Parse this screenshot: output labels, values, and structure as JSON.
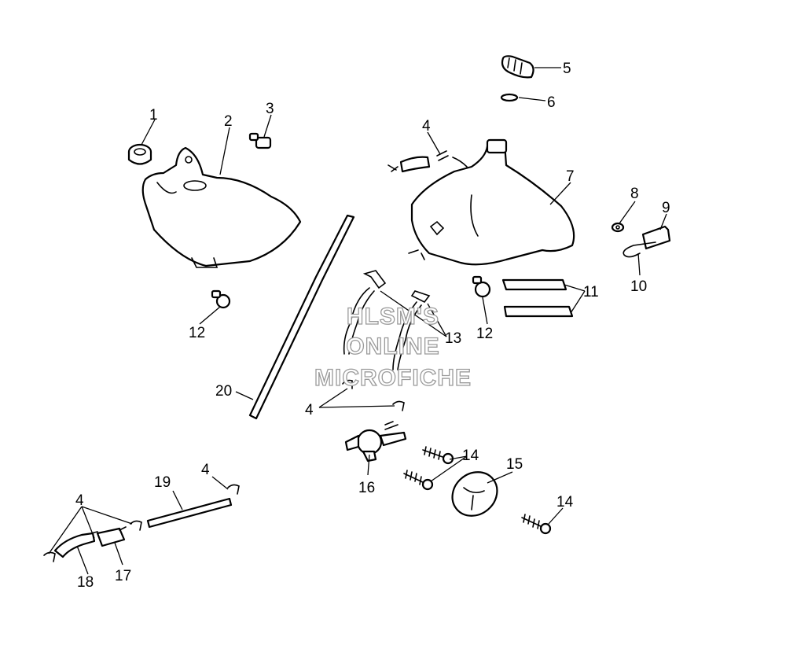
{
  "callouts": {
    "c1": "1",
    "c2": "2",
    "c3": "3",
    "c4a": "4",
    "c4b": "4",
    "c4c": "4",
    "c4d": "4",
    "c5": "5",
    "c6": "6",
    "c7": "7",
    "c8": "8",
    "c9": "9",
    "c10": "10",
    "c11": "11",
    "c12a": "12",
    "c12b": "12",
    "c13": "13",
    "c14a": "14",
    "c14b": "14",
    "c15": "15",
    "c16": "16",
    "c17": "17",
    "c18": "18",
    "c19": "19",
    "c20": "20"
  },
  "watermark": {
    "line1": "HLSM'S",
    "line2": "ONLINE",
    "line3": "MICROFICHE"
  }
}
